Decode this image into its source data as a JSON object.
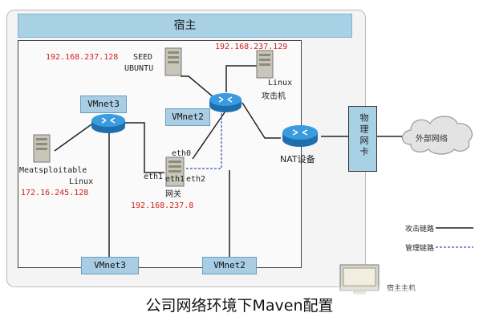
{
  "title": "宿主",
  "subnet_label": "192.168.237.129",
  "vmnets": {
    "vmnet3_top": "VMnet3",
    "vmnet2_top": "VMnet2",
    "vmnet3_bottom": "VMnet3",
    "vmnet2_bottom": "VMnet2"
  },
  "seed": {
    "ip": "192.168.237.128",
    "name": "SEED",
    "os": "UBUNTU"
  },
  "attacker": {
    "os": "Linux",
    "role": "攻击机"
  },
  "meta": {
    "name": "Meatsploitable",
    "os": "Linux",
    "ip": "172.16.245.128"
  },
  "gateway": {
    "eth0": "eth0",
    "eth1_left": "eth1",
    "eth1_inner": "eth1",
    "eth2": "eth2",
    "name": "网关",
    "ip": "192.168.237.8"
  },
  "nat_label": "NAT设备",
  "nic_label": "物理网卡",
  "cloud_label": "外部网络",
  "legend": {
    "attack_link": "攻击链路",
    "manage_link": "管理链路"
  },
  "bottom_host_label": "宿主主机",
  "caption": "公司网络环境下Maven配置",
  "colors": {
    "title_bg": "#a9d1e6",
    "vmnet_bg": "#a9cde4",
    "ip_red": "#d21f1f",
    "router_blue": "#2f8fd0",
    "dashed_link": "#5a6fbf"
  }
}
